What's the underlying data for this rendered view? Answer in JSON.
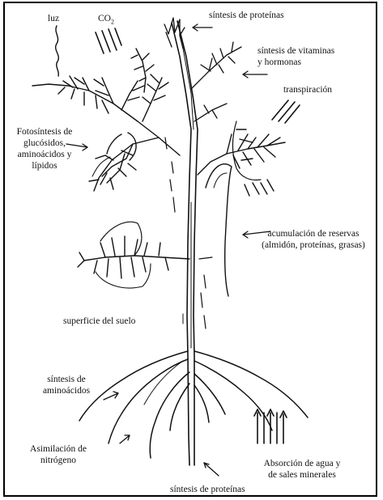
{
  "labels": {
    "luz": "luz",
    "co2_base": "CO",
    "co2_sub": "2",
    "top_protein": "síntesis de proteínas",
    "vitamins_line1": "síntesis de vitaminas",
    "vitamins_line2": "y hormonas",
    "transpiration": "transpiración",
    "photosynthesis_line1": "Fotosíntesis de",
    "photosynthesis_line2": "glucósidos,",
    "photosynthesis_line3": "aminoácidos y",
    "photosynthesis_line4": "lípidos",
    "reserves_line1": "acumulación de reservas",
    "reserves_line2": "(almidón, proteínas, grasas)",
    "soil_surface": "superficie del suelo",
    "aminoacids_line1": "síntesis de",
    "aminoacids_line2": "aminoácidos",
    "nitrogen_line1": "Asimilación de",
    "nitrogen_line2": "nitrógeno",
    "absorption_line1": "Absorción de agua y",
    "absorption_line2": "de sales minerales",
    "bottom_protein": "síntesis de proteínas"
  },
  "colors": {
    "ink": "#111111",
    "background": "#ffffff"
  }
}
